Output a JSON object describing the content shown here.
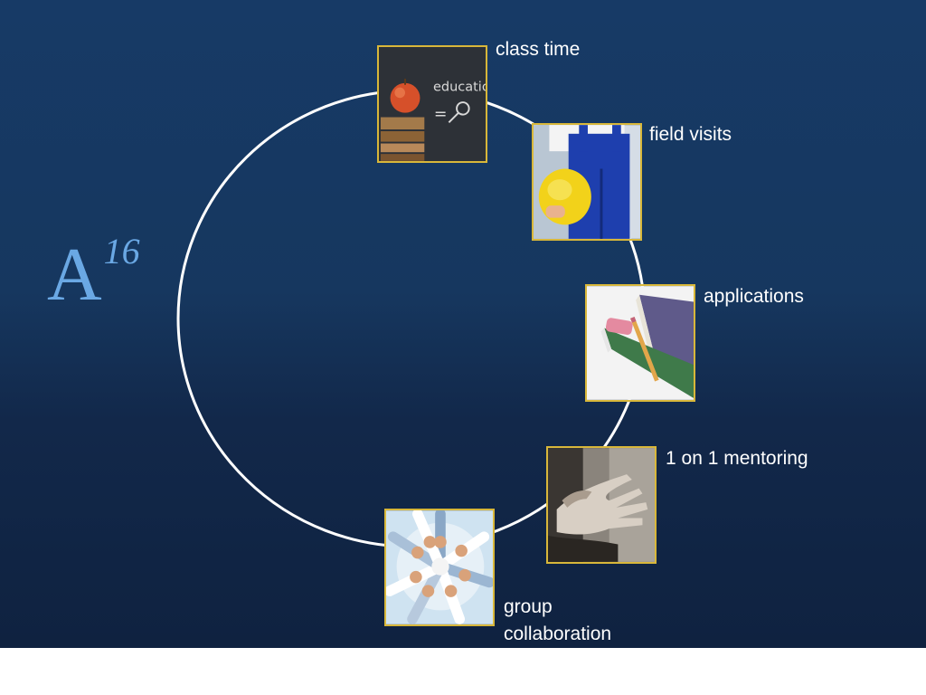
{
  "logo": {
    "letter": "A",
    "superscript": "16",
    "color": "#6aa8e4"
  },
  "items": [
    {
      "label": "class time",
      "image": "education-apple-books-icon",
      "board_text": "education"
    },
    {
      "label": "field visits",
      "image": "hard-hat-worker-icon"
    },
    {
      "label": "applications",
      "image": "books-pencil-eraser-icon"
    },
    {
      "label": "1 on 1 mentoring",
      "image": "hands-mentoring-icon"
    },
    {
      "label": "group\ncollaboration",
      "image": "team-hands-circle-icon"
    }
  ],
  "colors": {
    "background_top": "#173a66",
    "background_bottom": "#0f2240",
    "frame": "#d8b73a",
    "ring": "#ffffff",
    "text": "#ffffff"
  }
}
